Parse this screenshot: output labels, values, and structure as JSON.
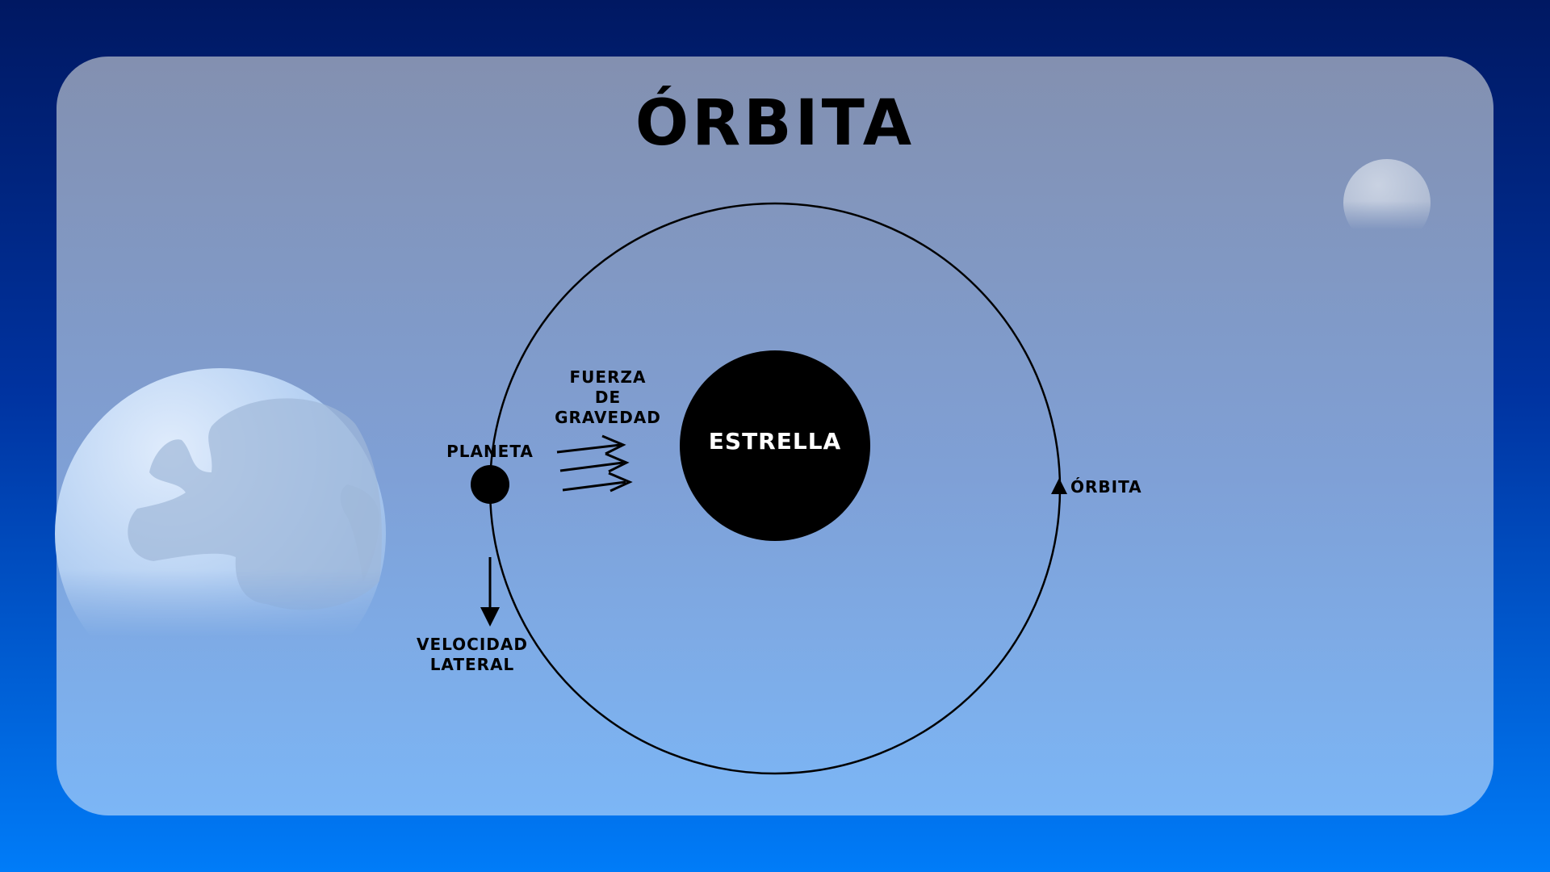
{
  "title": "ÓRBITA",
  "labels": {
    "star": "ESTRELLA",
    "planet": "PLANETA",
    "gravity_line1": "FUERZA",
    "gravity_line2": "DE",
    "gravity_line3": "GRAVEDAD",
    "velocity_line1": "VELOCIDAD",
    "velocity_line2": "LATERAL",
    "orbit": "ÓRBITA"
  },
  "colors": {
    "background_top": "#001862",
    "background_bottom": "#007cf8",
    "card_top": "#8390b0",
    "card_bottom": "#7cb6f6",
    "ink": "#000000",
    "star_text": "#ffffff"
  },
  "decorations": [
    "planet-illustration",
    "moon-illustration"
  ]
}
